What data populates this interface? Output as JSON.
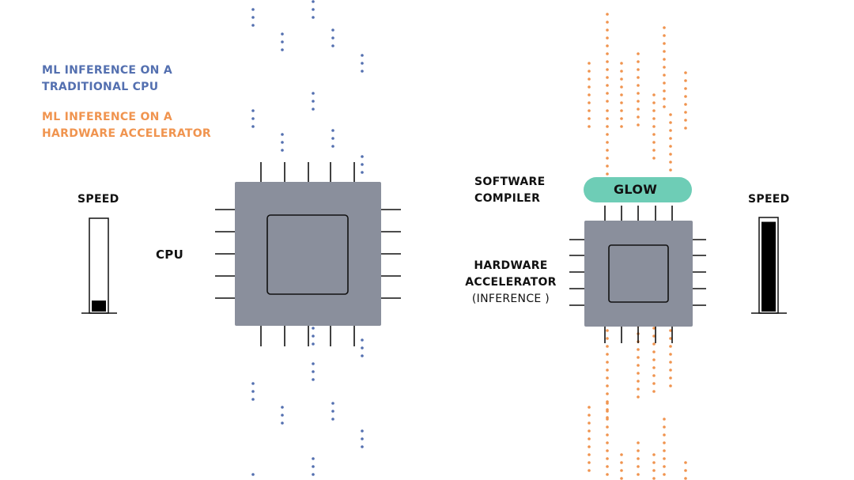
{
  "legend": {
    "cpu_line1": "ML INFERENCE ON A",
    "cpu_line2": "TRADITIONAL CPU",
    "accel_line1": "ML INFERENCE ON A",
    "accel_line2": "HARDWARE ACCELERATOR"
  },
  "left": {
    "speed_label": "SPEED",
    "speed_level": 0.12,
    "chip_label": "CPU"
  },
  "right": {
    "compiler_line1": "SOFTWARE",
    "compiler_line2": "COMPILER",
    "compiler_name": "GLOW",
    "accel_line1": "HARDWARE",
    "accel_line2": "ACCELERATOR",
    "accel_line3": "(INFERENCE )",
    "speed_label": "SPEED",
    "speed_level": 0.97
  },
  "colors": {
    "cpu_blue": "#5470b0",
    "accel_orange": "#f0944f",
    "chip_gray": "#8a8f9c",
    "glow_teal": "#6ecdb6"
  }
}
